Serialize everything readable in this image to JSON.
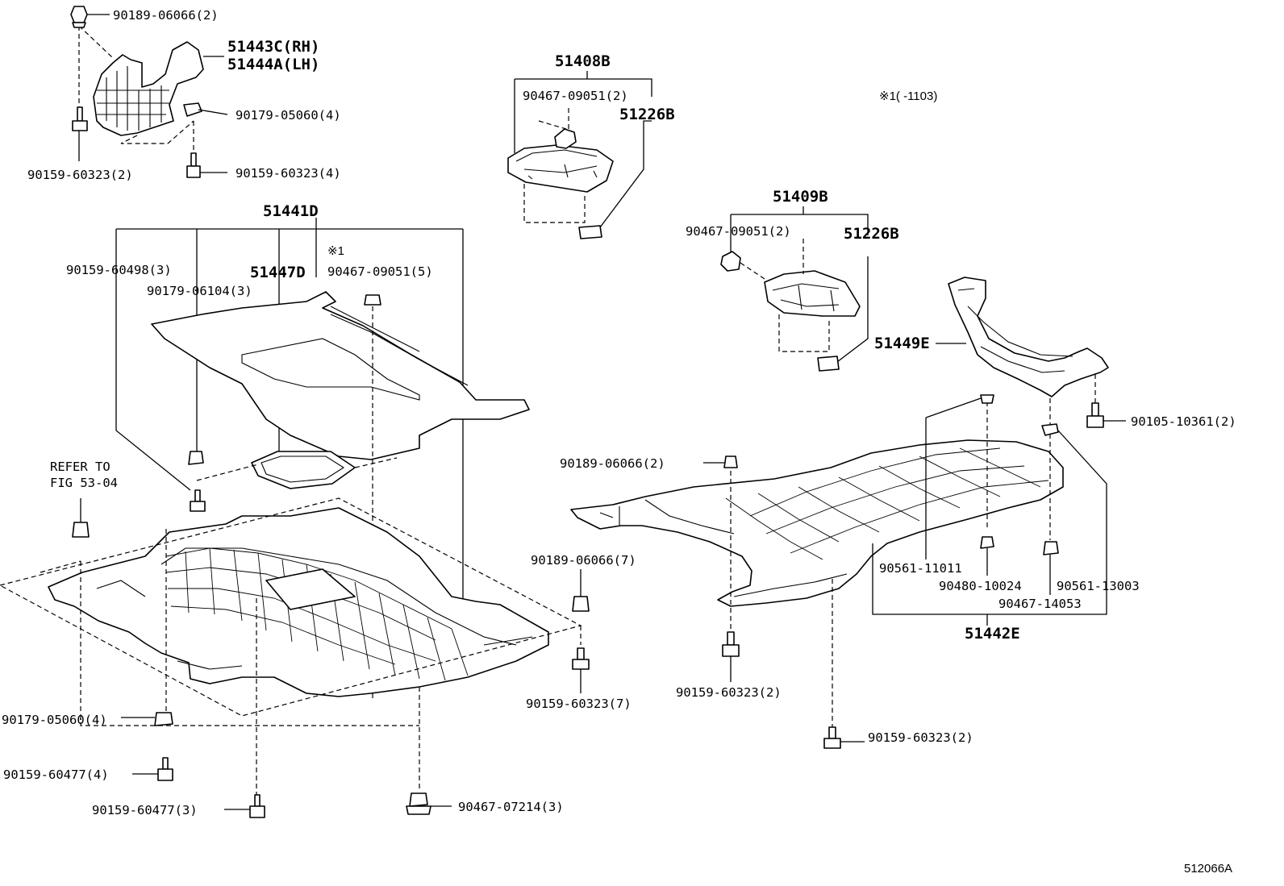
{
  "labels": {
    "p_90189_06066_2_top": "90189-06066(2)",
    "p_51443c": "51443C(RH)",
    "p_51444a": "51444A(LH)",
    "p_90179_05060_4_top": "90179-05060(4)",
    "p_90159_60323_2_topleft": "90159-60323(2)",
    "p_90159_60323_4": "90159-60323(4)",
    "p_51408b": "51408B",
    "p_90467_09051_2_a": "90467-09051(2)",
    "p_51226b_a": "51226B",
    "note_1103": "※1(   -1103)",
    "p_51409b": "51409B",
    "p_90467_09051_2_b": "90467-09051(2)",
    "p_51226b_b": "51226B",
    "p_51441d": "51441D",
    "p_90159_60498": "90159-60498(3)",
    "p_51447d": "51447D",
    "mark_1": "※1",
    "p_90467_09051_5": "90467-09051(5)",
    "p_90179_06104": "90179-06104(3)",
    "p_51449e": "51449E",
    "p_90105_10361": "90105-10361(2)",
    "p_90189_06066_2_mid": "90189-06066(2)",
    "refer_line1": "REFER TO",
    "refer_line2": "FIG 53-04",
    "p_90189_06066_7": "90189-06066(7)",
    "p_90561_11011": "90561-11011",
    "p_90480_10024": "90480-10024",
    "p_90561_13003": "90561-13003",
    "p_90467_14053": "90467-14053",
    "p_51442e": "51442E",
    "p_90159_60323_7": "90159-60323(7)",
    "p_90159_60323_2_mid": "90159-60323(2)",
    "p_90179_05060_4_bot": "90179-05060(4)",
    "p_90159_60323_2_bot": "90159-60323(2)",
    "p_90159_60477_4": "90159-60477(4)",
    "p_90159_60477_3": "90159-60477(3)",
    "p_90467_07214": "90467-07214(3)",
    "diagram_id": "512066A"
  }
}
